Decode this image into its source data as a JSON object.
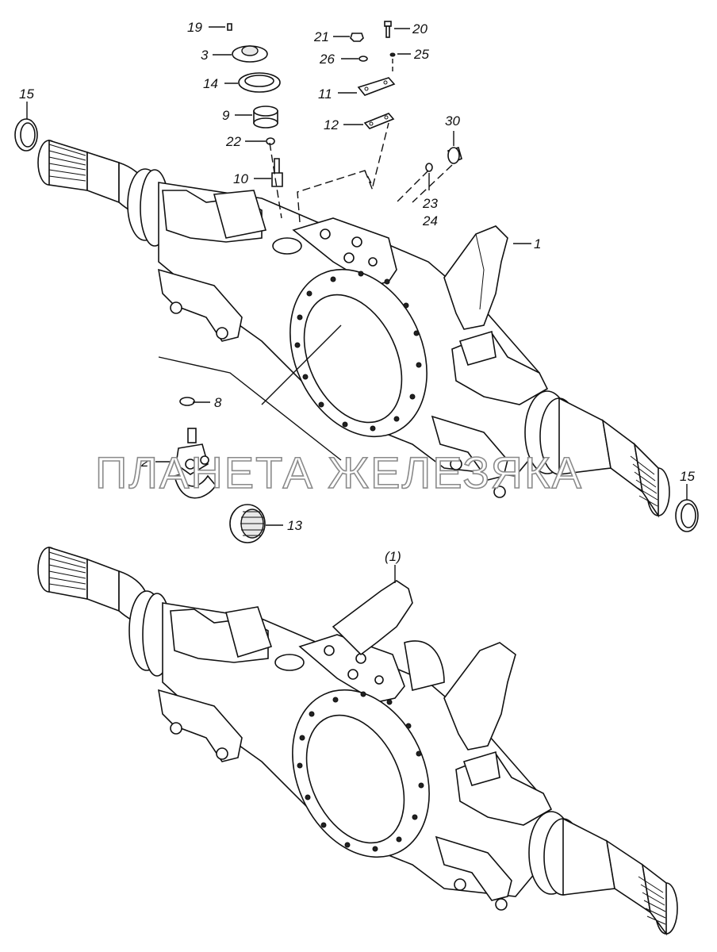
{
  "diagram": {
    "labels": {
      "p19": "19",
      "p3": "3",
      "p14": "14",
      "p9": "9",
      "p22": "22",
      "p10": "10",
      "p21": "21",
      "p20": "20",
      "p26": "26",
      "p25": "25",
      "p11": "11",
      "p12": "12",
      "p30": "30",
      "p23": "23",
      "p24": "24",
      "p1": "1",
      "p15_left": "15",
      "p15_right": "15",
      "p8": "8",
      "p2": "2",
      "p13": "13",
      "p1_ref": "(1)"
    },
    "watermark": "ПЛАНЕТА ЖЕЛЕЗЯКА"
  }
}
